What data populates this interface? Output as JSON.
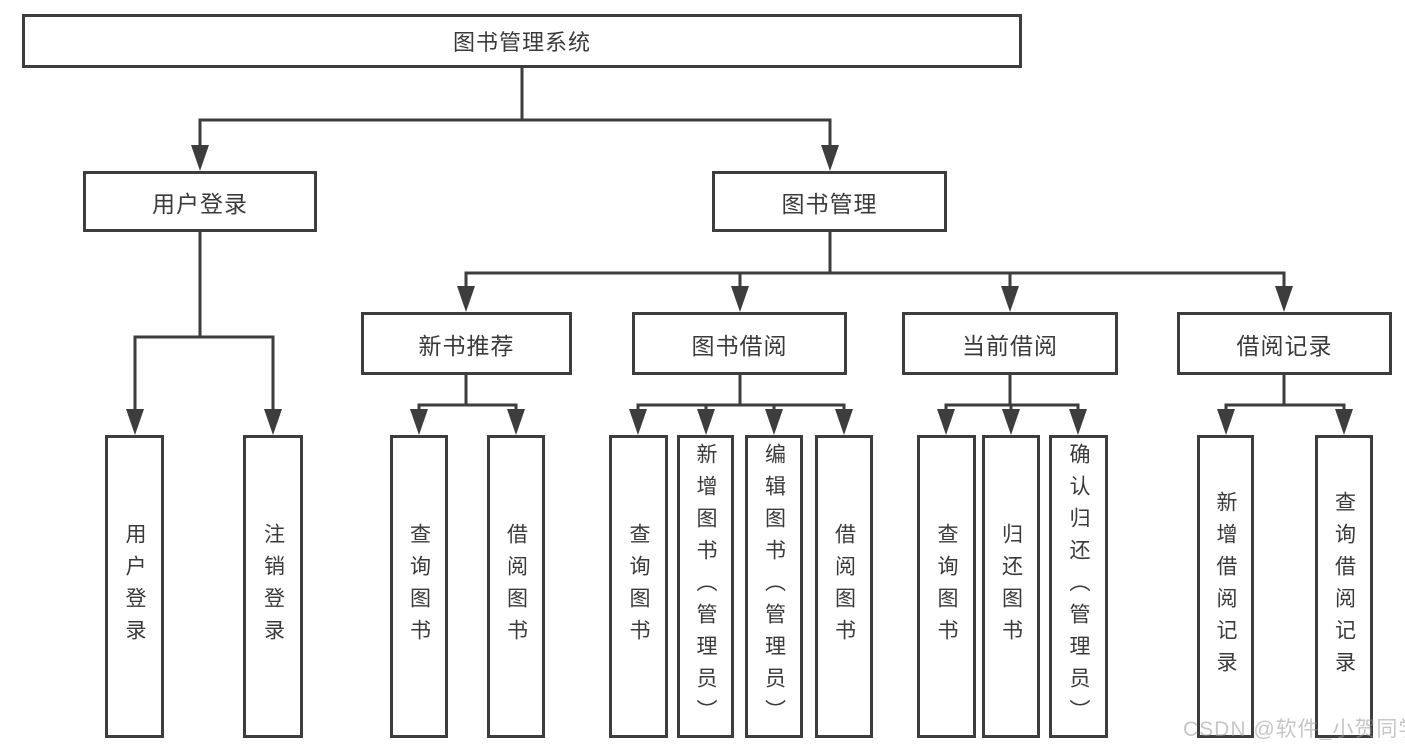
{
  "tree": {
    "label": "图书管理系统",
    "children": [
      {
        "label": "用户登录",
        "children": [
          {
            "label": "用户登录"
          },
          {
            "label": "注销登录"
          }
        ]
      },
      {
        "label": "图书管理",
        "children": [
          {
            "label": "新书推荐",
            "children": [
              {
                "label": "查询图书"
              },
              {
                "label": "借阅图书"
              }
            ]
          },
          {
            "label": "图书借阅",
            "children": [
              {
                "label": "查询图书"
              },
              {
                "label": "新增图书（管理员）"
              },
              {
                "label": "编辑图书（管理员）"
              },
              {
                "label": "借阅图书"
              }
            ]
          },
          {
            "label": "当前借阅",
            "children": [
              {
                "label": "查询图书"
              },
              {
                "label": "归还图书"
              },
              {
                "label": "确认归还（管理员）"
              }
            ]
          },
          {
            "label": "借阅记录",
            "children": [
              {
                "label": "新增借阅记录"
              },
              {
                "label": "查询借阅记录"
              }
            ]
          }
        ]
      }
    ]
  },
  "watermark": "CSDN @软件_小贺同学",
  "colors": {
    "line": "#3d3d3d",
    "text": "#3a3a3a",
    "watermark": "#989898",
    "background": "#ffffff"
  }
}
